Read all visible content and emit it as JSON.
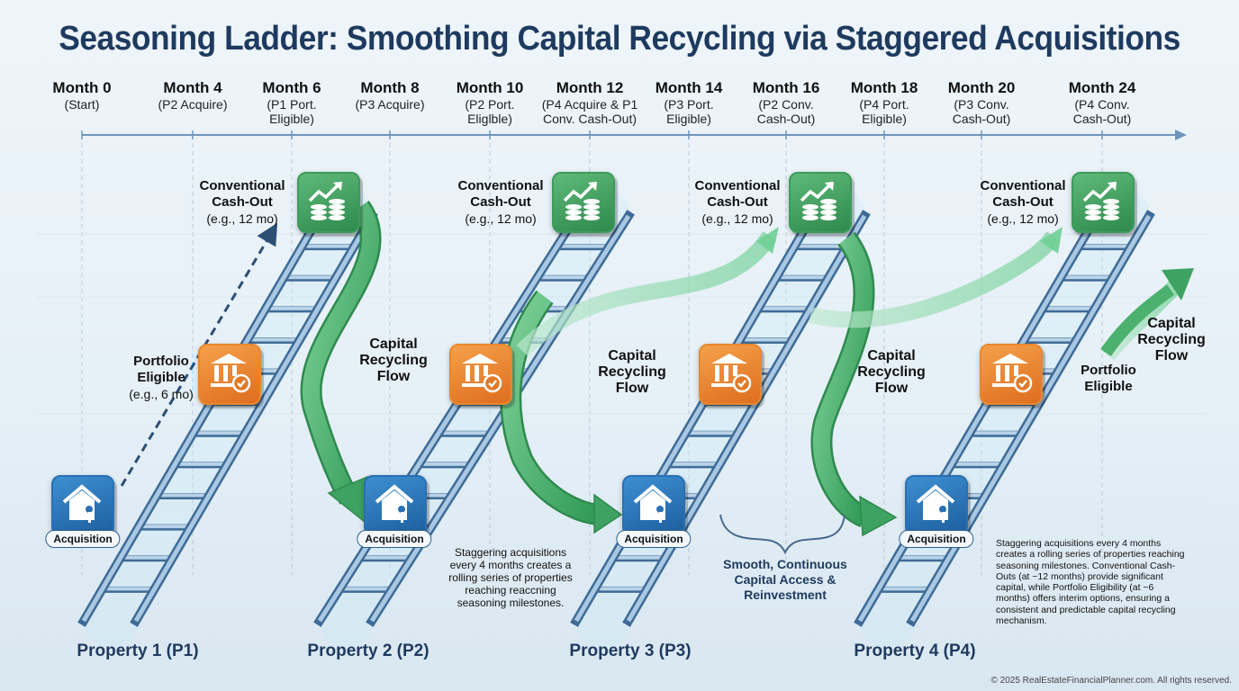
{
  "title": "Seasoning Ladder: Smoothing Capital Recycling via Staggered Acquisitions",
  "timeline": {
    "ticks": [
      {
        "month": "Month 0",
        "sub": [
          "(Start)"
        ]
      },
      {
        "month": "Month 4",
        "sub": [
          "(P2 Acquire)"
        ]
      },
      {
        "month": "Month 6",
        "sub": [
          "(P1 Port.",
          "Eligible)"
        ]
      },
      {
        "month": "Month 8",
        "sub": [
          "(P3 Acquire)"
        ]
      },
      {
        "month": "Month 10",
        "sub": [
          "(P2 Port.",
          "Eliglble)"
        ]
      },
      {
        "month": "Month 12",
        "sub": [
          "(P4 Acquire & P1",
          "Conv. Cash-Out)"
        ]
      },
      {
        "month": "Month 14",
        "sub": [
          "(P3 Port.",
          "Eligible)"
        ]
      },
      {
        "month": "Month 16",
        "sub": [
          "(P2 Conv.",
          "Cash-Out)"
        ]
      },
      {
        "month": "Month 18",
        "sub": [
          "(P4 Port.",
          "Eligible)"
        ]
      },
      {
        "month": "Month 20",
        "sub": [
          "(P3 Conv.",
          "Cash-Out)"
        ]
      },
      {
        "month": "Month 24",
        "sub": [
          "(P4 Conv.",
          "Cash-Out)"
        ]
      }
    ]
  },
  "properties": [
    {
      "label": "Property 1 (P1)",
      "acquisition": "Acquisition"
    },
    {
      "label": "Property 2 (P2)",
      "acquisition": "Acquisition"
    },
    {
      "label": "Property 3 (P3)",
      "acquisition": "Acquisition"
    },
    {
      "label": "Property 4 (P4)",
      "acquisition": "Acquisition"
    }
  ],
  "callouts": {
    "cashout_title_1": "Conventional",
    "cashout_title_2": "Cash-Out",
    "cashout_sub": "(e.g., 12 mo)",
    "portfolio_title_1": "Portfolio",
    "portfolio_title_2": "Eligible",
    "portfolio_sub": "(e.g., 6 mo)",
    "flow_1": "Capital",
    "flow_2": "Recycling",
    "flow_3": "Flow"
  },
  "notes": {
    "middle": [
      "Staggering acquisitions",
      "every 4 months creates a",
      "rolling series of properties",
      "reaching reaccning",
      "seasoning milestones."
    ],
    "smooth": [
      "Smooth, Continuous",
      "Capital Access &",
      "Reinvestment"
    ],
    "right": [
      "Staggering acquisitions every 4 months",
      "creates a rolling series of properties reaching",
      "seasoning milestones. Conventional Cash-",
      "Outs (at ~12 months) provide significant",
      "capital, while Portfolio Eligibility (at ~6",
      "months) offers interim options, ensuring a",
      "consistent and predictable capital recycling",
      "mechanism."
    ]
  },
  "icons": {
    "cashout": "coins-growth-icon",
    "portfolio": "bank-check-icon",
    "acquisition": "house-key-icon"
  },
  "colors": {
    "title": "#1e3a5f",
    "green": "#3d9b5c",
    "orange": "#e7882e",
    "blue": "#2a70b3",
    "ladder": "#8fb3d3"
  },
  "copyright": "© 2025 RealEstateFinancialPlanner.com. All rights reserved."
}
